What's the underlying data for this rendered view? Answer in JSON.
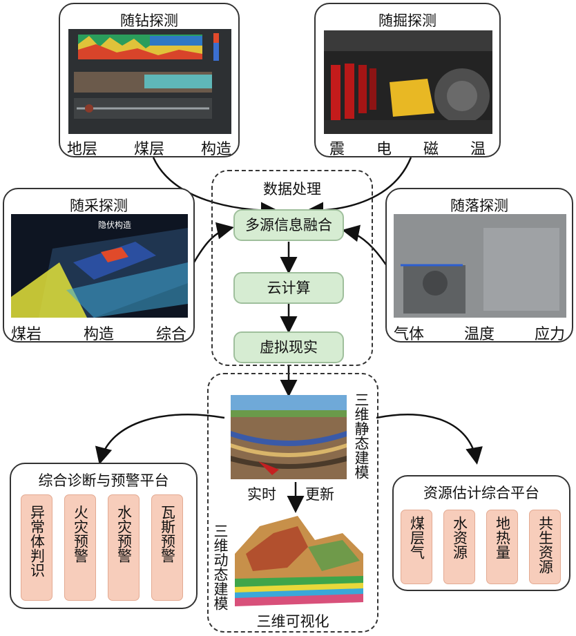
{
  "drilling": {
    "title": "随钻探测",
    "labels": [
      "地层",
      "煤层",
      "构造"
    ]
  },
  "excavation": {
    "title": "随掘探测",
    "labels": [
      "震",
      "电",
      "磁",
      "温"
    ]
  },
  "mining": {
    "title": "随采探测",
    "labels": [
      "煤岩",
      "构造",
      "综合"
    ],
    "overlay_label": "隐伏构造"
  },
  "caving": {
    "title": "随落探测",
    "labels": [
      "气体",
      "温度",
      "应力"
    ]
  },
  "processing": {
    "title": "数据处理",
    "steps": [
      "多源信息融合",
      "云计算",
      "虚拟现实"
    ]
  },
  "modeling": {
    "static_label": "三维静态建模",
    "update_left": "实时",
    "update_right": "更新",
    "dynamic_label": "三维动态建模",
    "viz_label": "三维可视化"
  },
  "warning_platform": {
    "title": "综合诊断与预警平台",
    "items": [
      "异常体判识",
      "火灾预警",
      "水灾预警",
      "瓦斯预警"
    ]
  },
  "resource_platform": {
    "title": "资源估计综合平台",
    "items": [
      "煤层气",
      "水资源",
      "地热量",
      "共生资源"
    ]
  },
  "colors": {
    "pill_fill": "#d6ecd2",
    "card_fill": "#f7cdbb",
    "border": "#333333"
  }
}
